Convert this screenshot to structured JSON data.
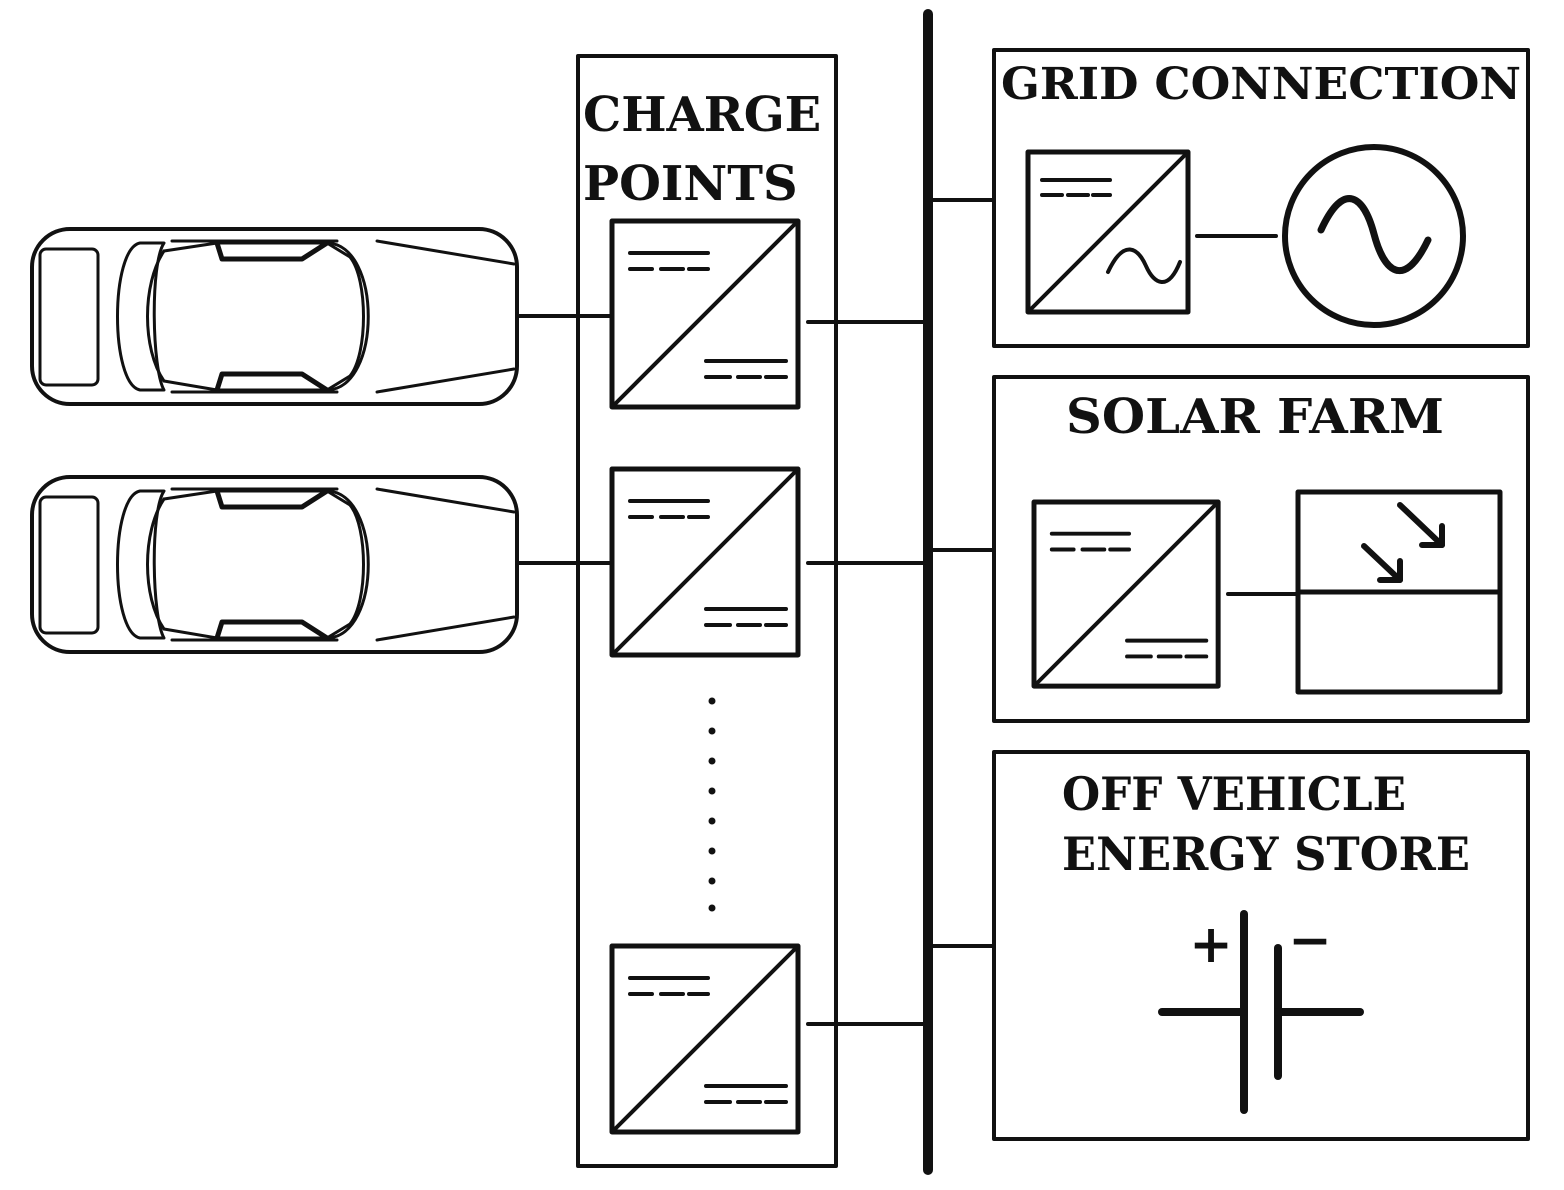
{
  "colors": {
    "ink": "#111111",
    "background": "#ffffff"
  },
  "labels": {
    "charge_points": [
      "CHARGE",
      "POINTS"
    ],
    "grid_connection": "GRID CONNECTION",
    "solar_farm": "SOLAR FARM",
    "energy_store": [
      "OFF VEHICLE",
      "ENERGY STORE"
    ],
    "battery_plus": "+",
    "battery_minus": "−"
  },
  "icons": {
    "vehicle": "car-top-view-icon",
    "dc_dc_converter": "dc-dc-converter-icon",
    "dc_ac_converter": "dc-ac-converter-icon",
    "ac_source": "ac-source-icon",
    "pv_panel": "pv-panel-icon",
    "battery": "battery-icon"
  }
}
